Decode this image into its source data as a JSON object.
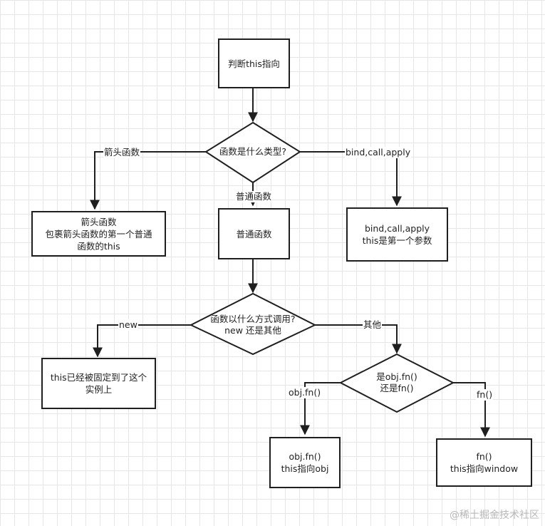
{
  "nodes": {
    "start": {
      "line1": "判断this指向"
    },
    "type_decision": {
      "line1": "函数是什么类型?"
    },
    "arrow_fn": {
      "line1": "箭头函数",
      "line2": "包裹箭头函数的第一个普通",
      "line3": "函数的this"
    },
    "normal_fn": {
      "line1": "普通函数"
    },
    "bind_box": {
      "line1": "bind,call,apply",
      "line2": "this是第一个参数"
    },
    "call_decision": {
      "line1": "函数以什么方式调用?",
      "line2": "new 还是其他"
    },
    "new_box": {
      "line1": "this已经被固定到了这个",
      "line2": "实例上"
    },
    "obj_decision": {
      "line1": "是obj.fn()",
      "line2": "还是fn()"
    },
    "obj_box": {
      "line1": "obj.fn()",
      "line2": "this指向obj"
    },
    "fn_box": {
      "line1": "fn()",
      "line2": "this指向window"
    }
  },
  "edge_labels": {
    "arrow": "箭头函数",
    "normal": "普通函数",
    "bind": "bind,call,apply",
    "new": "new",
    "other": "其他",
    "obj": "obj.fn()",
    "fn": "fn()"
  },
  "watermark": "@稀土掘金技术社区"
}
